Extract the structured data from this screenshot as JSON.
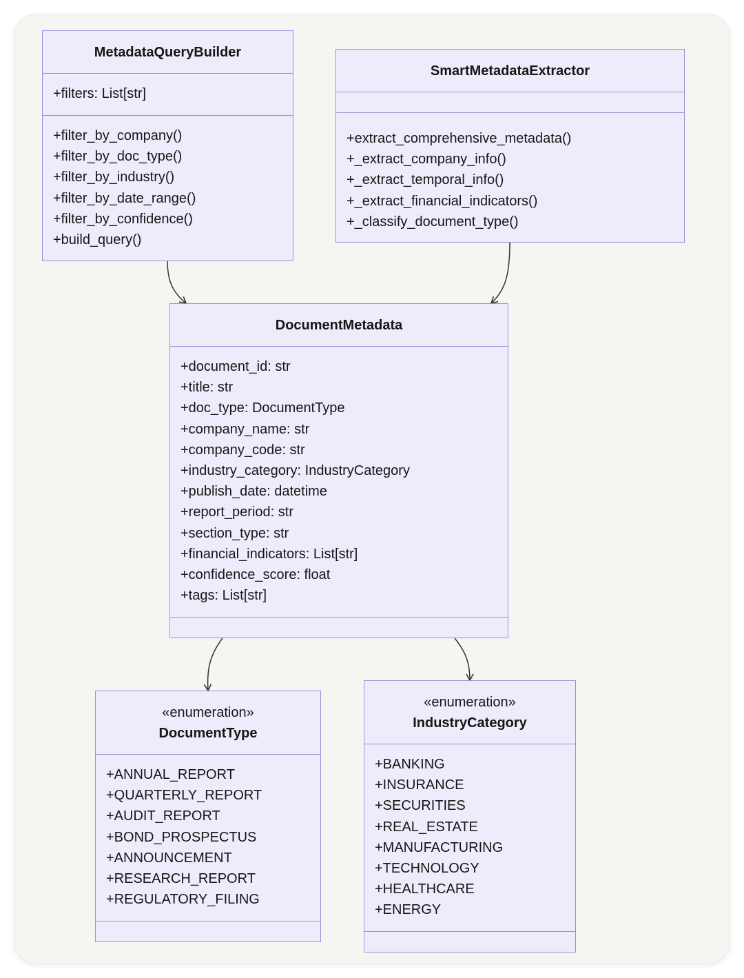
{
  "classes": {
    "query_builder": {
      "name": "MetadataQueryBuilder",
      "attributes": [
        "+filters: List[str]"
      ],
      "methods": [
        "+filter_by_company()",
        "+filter_by_doc_type()",
        "+filter_by_industry()",
        "+filter_by_date_range()",
        "+filter_by_confidence()",
        "+build_query()"
      ]
    },
    "extractor": {
      "name": "SmartMetadataExtractor",
      "attributes": [],
      "methods": [
        "+extract_comprehensive_metadata()",
        "+_extract_company_info()",
        "+_extract_temporal_info()",
        "+_extract_financial_indicators()",
        "+_classify_document_type()"
      ]
    },
    "document_metadata": {
      "name": "DocumentMetadata",
      "attributes": [
        "+document_id: str",
        "+title: str",
        "+doc_type: DocumentType",
        "+company_name: str",
        "+company_code: str",
        "+industry_category: IndustryCategory",
        "+publish_date: datetime",
        "+report_period: str",
        "+section_type: str",
        "+financial_indicators: List[str]",
        "+confidence_score: float",
        "+tags: List[str]"
      ],
      "methods": []
    },
    "document_type": {
      "stereotype": "«enumeration»",
      "name": "DocumentType",
      "attributes": [
        "+ANNUAL_REPORT",
        "+QUARTERLY_REPORT",
        "+AUDIT_REPORT",
        "+BOND_PROSPECTUS",
        "+ANNOUNCEMENT",
        "+RESEARCH_REPORT",
        "+REGULATORY_FILING"
      ],
      "methods": []
    },
    "industry_category": {
      "stereotype": "«enumeration»",
      "name": "IndustryCategory",
      "attributes": [
        "+BANKING",
        "+INSURANCE",
        "+SECURITIES",
        "+REAL_ESTATE",
        "+MANUFACTURING",
        "+TECHNOLOGY",
        "+HEALTHCARE",
        "+ENERGY"
      ],
      "methods": []
    }
  },
  "relations": [
    {
      "from": "query_builder",
      "to": "document_metadata",
      "type": "association"
    },
    {
      "from": "extractor",
      "to": "document_metadata",
      "type": "association"
    },
    {
      "from": "document_metadata",
      "to": "document_type",
      "type": "association"
    },
    {
      "from": "document_metadata",
      "to": "industry_category",
      "type": "association"
    }
  ],
  "colors": {
    "background": "#f6f5f2",
    "box_fill": "#ececfb",
    "box_border": "#9b8fd8",
    "edge": "#333333",
    "text": "#161616"
  }
}
